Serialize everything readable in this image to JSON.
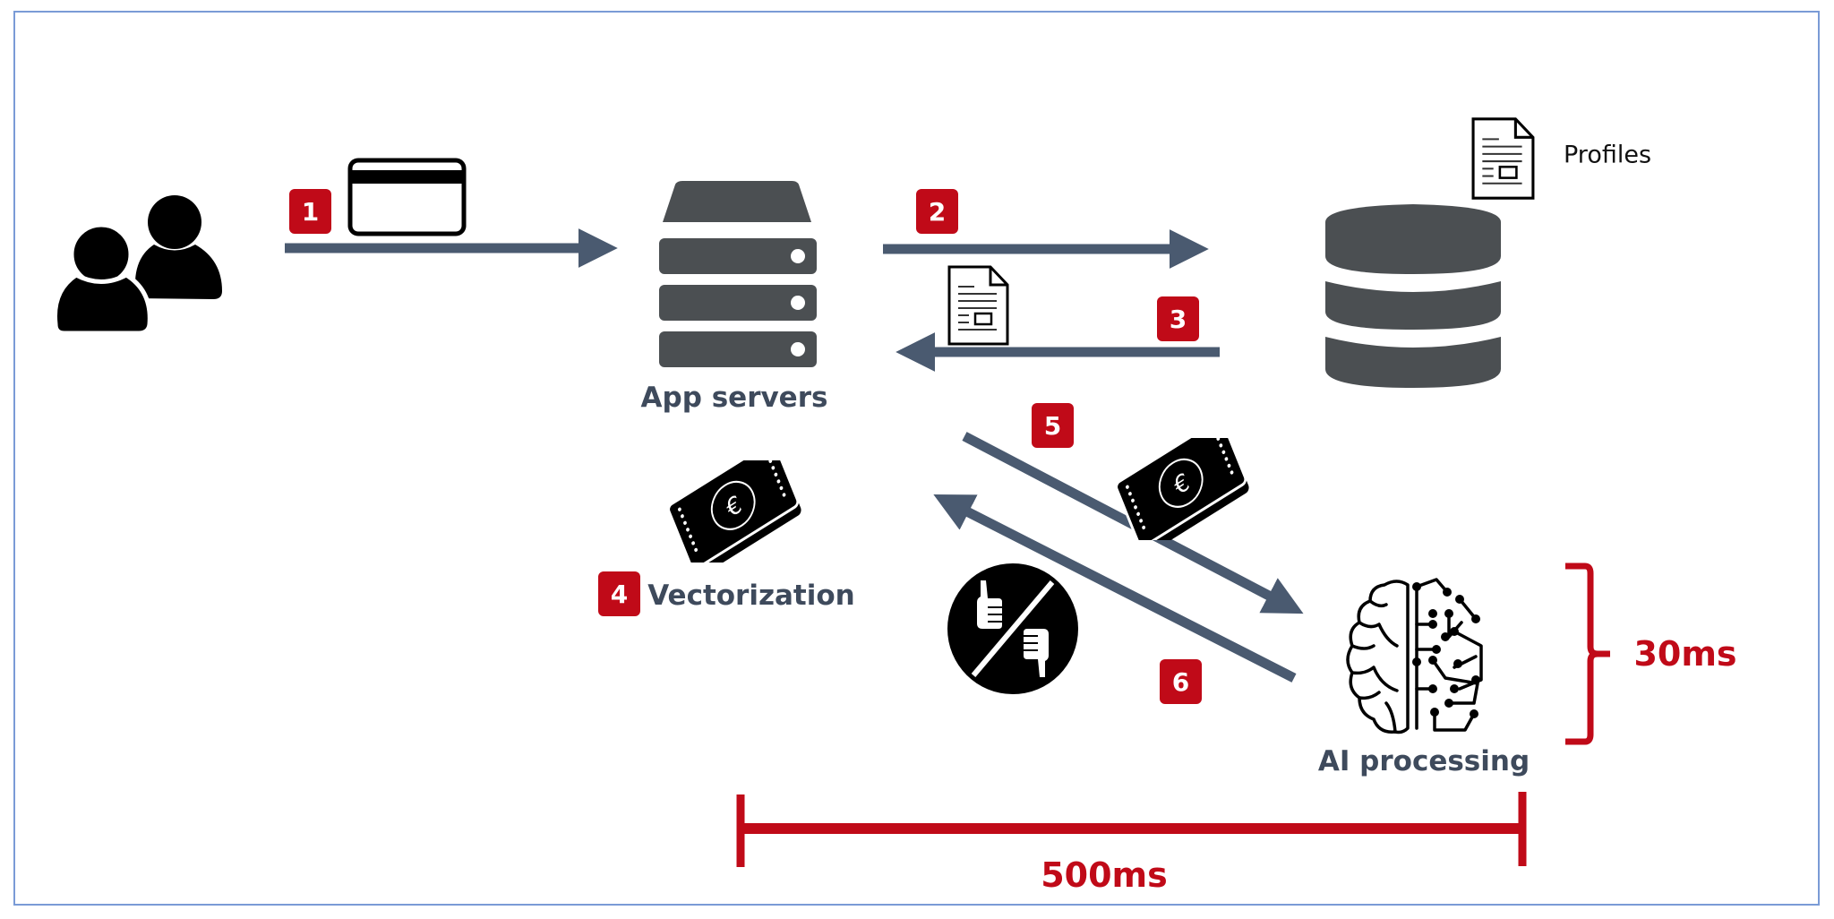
{
  "diagram": {
    "steps": [
      {
        "number": "1",
        "description": "user card data sent to app servers"
      },
      {
        "number": "2",
        "description": "app servers query profiles database"
      },
      {
        "number": "3",
        "description": "profile returned to app servers"
      },
      {
        "number": "4",
        "description": "vectorization"
      },
      {
        "number": "5",
        "description": "vector sent to AI processing"
      },
      {
        "number": "6",
        "description": "approve/decline returned"
      }
    ],
    "labels": {
      "app_servers": "App servers",
      "profiles": "Profiles",
      "vectorization": "Vectorization",
      "ai_processing": "AI processing"
    },
    "timings": {
      "ai_latency": "30ms",
      "total_latency": "500ms"
    },
    "colors": {
      "accent_red": "#c00a18",
      "arrow_slate": "#4a5a70",
      "icon_gray": "#4b4f52",
      "label_text": "#3e4a5c",
      "frame_border": "#7a9bd6"
    }
  }
}
